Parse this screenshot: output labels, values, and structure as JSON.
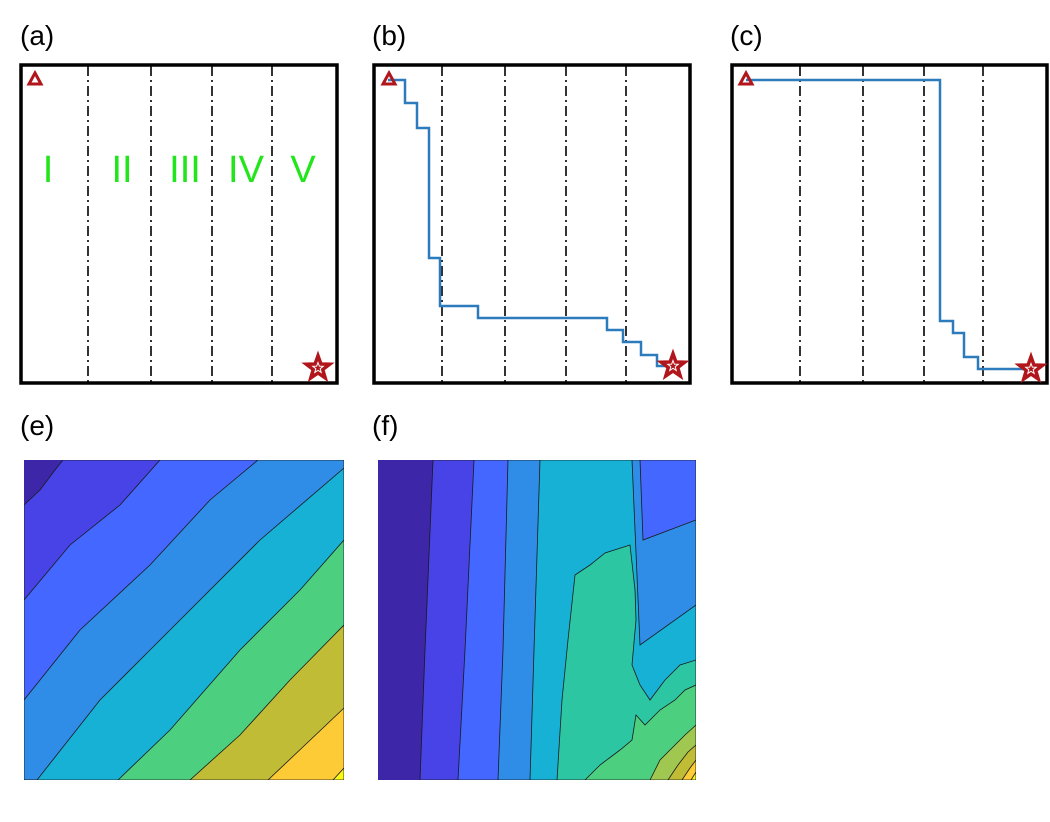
{
  "colors": {
    "frame": "#000000",
    "divider": "#000000",
    "path": "#2b7bbd",
    "marker": "#b0161b",
    "zone_label": "#22e61b",
    "contour_line": "#1a1a1a",
    "colormap": [
      "#3d26a8",
      "#4743e6",
      "#4367ff",
      "#2f8de8",
      "#16b1d5",
      "#2dc6a3",
      "#4ccf7e",
      "#a0c850",
      "#c1bc35",
      "#fdcb36",
      "#f8fa14"
    ]
  },
  "panels": {
    "a": {
      "label": "(a)",
      "zones": [
        "I",
        "II",
        "III",
        "IV",
        "V"
      ],
      "start_icon": "triangle-icon",
      "goal_icon": "star-icon"
    },
    "b": {
      "label": "(b)",
      "start_icon": "triangle-icon",
      "goal_icon": "star-icon"
    },
    "c": {
      "label": "(c)",
      "start_icon": "triangle-icon",
      "goal_icon": "star-icon"
    },
    "e": {
      "label": "(e)"
    },
    "f": {
      "label": "(f)"
    }
  }
}
